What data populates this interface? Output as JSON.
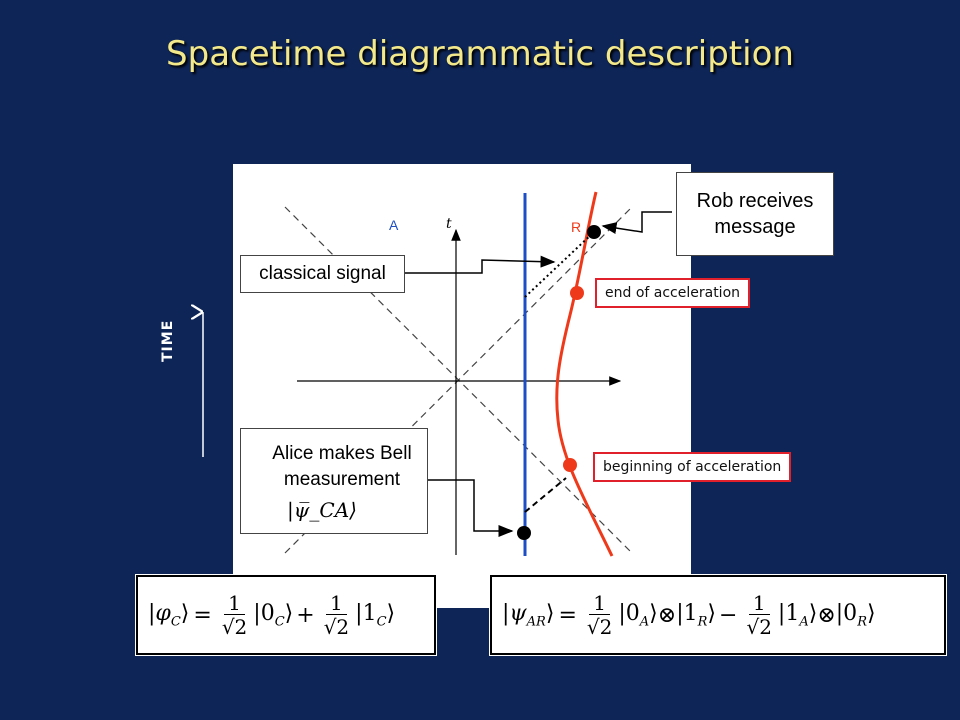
{
  "title": "Spacetime diagrammatic description",
  "axis": {
    "t_label": "t"
  },
  "worldlines": {
    "alice_label": "A",
    "rob_label": "R"
  },
  "callouts": {
    "rob_receives": [
      "Rob receives",
      "message"
    ],
    "classical_signal": "classical signal",
    "alice_bell": [
      "Alice makes Bell",
      "measurement"
    ],
    "alice_state": "|ψ̅_CA⟩",
    "end_accel": "end of acceleration",
    "begin_accel": "beginning of acceleration"
  },
  "time_label": "TIME",
  "formula_left": {
    "lhs": "|φ",
    "lhs_sub": "C",
    "frac_num": "1",
    "frac_den": "√2",
    "term1": "|0",
    "term1_sub": "C",
    "plus": "+",
    "term2": "|1",
    "term2_sub": "C"
  },
  "formula_right": {
    "lhs": "|ψ",
    "lhs_sub": "AR",
    "frac_num": "1",
    "frac_den": "√2",
    "t1a": "|0",
    "t1a_sub": "A",
    "t1b": "|1",
    "t1b_sub": "R",
    "minus": "−",
    "t2a": "|1",
    "t2a_sub": "A",
    "t2b": "|0",
    "t2b_sub": "R",
    "otimes": "⊗"
  },
  "colors": {
    "background": "#0e2557",
    "title": "#f4e98a",
    "alice_line": "#1c4fc4",
    "rob_line": "#ee3a1a",
    "label_border": "#e0202a"
  }
}
